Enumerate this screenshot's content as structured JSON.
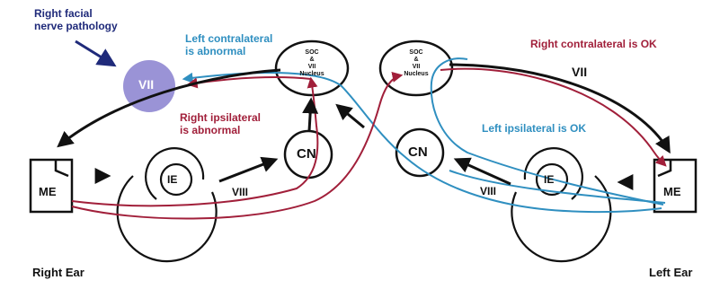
{
  "annotations": {
    "right_facial_pathology": [
      "Right facial",
      "nerve pathology"
    ],
    "left_contralateral": [
      "Left contralateral",
      "is abnormal"
    ],
    "right_ipsilateral": [
      "Right ipsilateral",
      "is abnormal"
    ],
    "right_contralateral": "Right contralateral is OK",
    "left_ipsilateral": "Left ipsilateral is OK"
  },
  "structures": {
    "vii_left": "VII",
    "vii_right": "VII",
    "soc_left": [
      "SOC",
      "&",
      "VII",
      "Nucleus"
    ],
    "soc_right": [
      "SOC",
      "&",
      "VII",
      "Nucleus"
    ],
    "cn_left": "CN",
    "cn_right": "CN",
    "me_left": "ME",
    "me_right": "ME",
    "ie_left": "IE",
    "ie_right": "IE",
    "viii_left": "VIII",
    "viii_right": "VIII"
  },
  "footer": {
    "right_ear": "Right Ear",
    "left_ear": "Left Ear"
  },
  "colors": {
    "contralateral_path": "#2f8fc0",
    "ipsilateral_path": "#a11f3a",
    "facial_nerve": "#111111",
    "pathology_circle": "#9a93d6",
    "annotation_navy": "#1f2a7a"
  }
}
